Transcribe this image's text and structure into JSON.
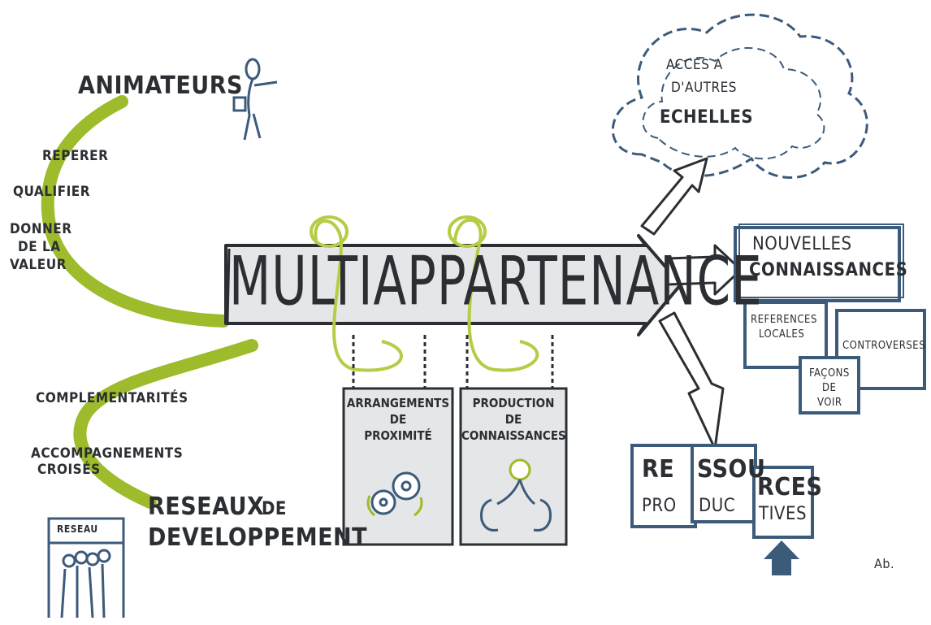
{
  "center": {
    "title": "MULTIAPPARTENANCE"
  },
  "left_top": {
    "animateurs": "ANIMATEURS",
    "reperer": "REPERER",
    "qualifier": "QUALIFIER",
    "donner": "DONNER",
    "de_la": "DE LA",
    "valeur": "VALEUR"
  },
  "left_bottom": {
    "complementarites": "COMPLEMENTARITÉS",
    "accompagnements": "ACCOMPAGNEMENTS",
    "croises": "CROISÉS",
    "reseaux": "RESEAUX",
    "de": "DE",
    "developpement": "DEVELOPPEMENT",
    "banner": "RESEAU"
  },
  "signs": {
    "arrangements": [
      "ARRANGEMENTS",
      "DE",
      "PROXIMITÉ"
    ],
    "production": [
      "PRODUCTION",
      "DE",
      "CONNAISSANCES"
    ]
  },
  "cloud": {
    "line1": "ACCES A",
    "line2": "D'AUTRES",
    "line3": "ECHELLES"
  },
  "knowledge": {
    "nouvelles": "NOUVELLES",
    "connaissances": "CONNAISSANCES",
    "references": "REFERENCES",
    "locales": "LOCALES",
    "controverses": "CONTROVERSES",
    "facons": "FAÇONS",
    "de": "DE",
    "voir": "VOIR"
  },
  "resources": {
    "re": "RE",
    "pro": "PRO",
    "ssou": "SSOU",
    "duc": "DUC",
    "rces": "RCES",
    "tives": "TIVES"
  },
  "signature": "Ab.",
  "colors": {
    "green": "#9dbb2a",
    "navy": "#3c5a7a",
    "ink": "#2b2e33",
    "grey": "#e4e6e8"
  }
}
